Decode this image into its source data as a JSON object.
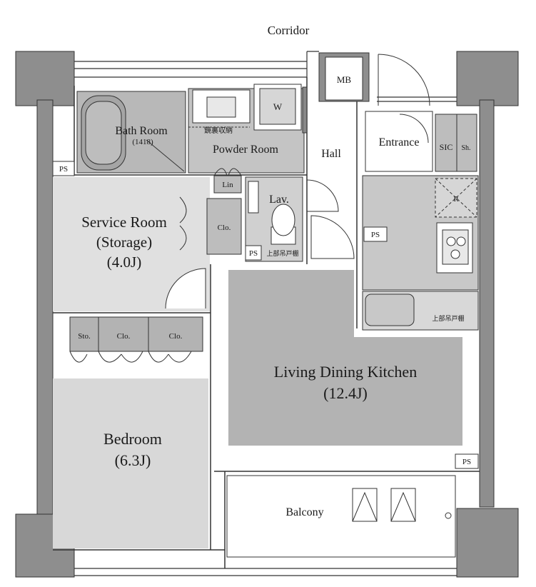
{
  "labels": {
    "corridor": "Corridor",
    "mb": "MB",
    "bath_room": "Bath Room",
    "bath_size": "(1418)",
    "mirror_storage": "鏡裏収納",
    "powder_room": "Powder Room",
    "washer": "W",
    "hall": "Hall",
    "entrance": "Entrance",
    "sic": "SIC",
    "shoe": "Sh.",
    "ps_bath": "PS",
    "lin": "Lin",
    "lav": "Lav.",
    "refrigerator": "R",
    "ps_hall": "PS",
    "service_room": "Service Room",
    "service_room_sub": "(Storage)",
    "service_room_size": "(4.0J)",
    "clo_service": "Clo.",
    "ps_lav": "PS",
    "upper_cabinet_lav": "上部吊戸棚",
    "upper_cabinet_kitchen": "上部吊戸棚",
    "sto": "Sto.",
    "clo_bed_1": "Clo.",
    "clo_bed_2": "Clo.",
    "ldk": "Living Dining Kitchen",
    "ldk_size": "(12.4J)",
    "bedroom": "Bedroom",
    "bedroom_size": "(6.3J)",
    "ps_ldk": "PS",
    "balcony": "Balcony"
  },
  "colors": {
    "wall": "#8e8e8e",
    "floor_gray": "#b3b3b3",
    "floor_light": "#d4d4d4",
    "fixture": "#a9a9a9",
    "line": "#222222"
  }
}
